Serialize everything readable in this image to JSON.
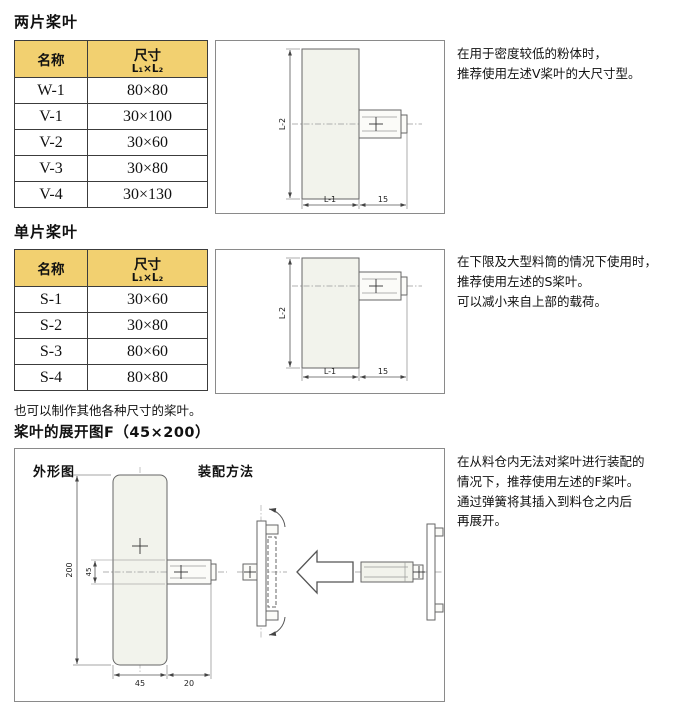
{
  "colors": {
    "table_header_bg": "#f2d070",
    "border_dark": "#3c3c3c",
    "line": "#555555"
  },
  "two_blade": {
    "heading": "两片桨叶",
    "table": {
      "header_name": "名称",
      "header_size_title": "尺寸",
      "header_size_sub": "L₁×L₂",
      "rows": [
        {
          "name": "W-1",
          "size": "80×80"
        },
        {
          "name": "V-1",
          "size": "30×100"
        },
        {
          "name": "V-2",
          "size": "30×60"
        },
        {
          "name": "V-3",
          "size": "30×80"
        },
        {
          "name": "V-4",
          "size": "30×130"
        }
      ]
    },
    "drawing": {
      "dim_length": "L-2",
      "dim_width": "L-1",
      "dim_stub": "15"
    },
    "note": "在用于密度较低的粉体时，\n推荐使用左述V桨叶的大尺寸型。"
  },
  "single_blade": {
    "heading": "单片桨叶",
    "table": {
      "header_name": "名称",
      "header_size_title": "尺寸",
      "header_size_sub": "L₁×L₂",
      "rows": [
        {
          "name": "S-1",
          "size": "30×60"
        },
        {
          "name": "S-2",
          "size": "30×80"
        },
        {
          "name": "S-3",
          "size": "80×60"
        },
        {
          "name": "S-4",
          "size": "80×80"
        }
      ]
    },
    "drawing": {
      "dim_length": "L-2",
      "dim_width": "L-1",
      "dim_stub": "15"
    },
    "note": "在下限及大型料筒的情况下使用时，\n推荐使用左述的S桨叶。\n可以减小来自上部的载荷。"
  },
  "misc_note": "也可以制作其他各种尺寸的桨叶。",
  "expanded": {
    "heading": "桨叶的展开图F（45×200）",
    "label_outline": "外形图",
    "label_assembly": "装配方法",
    "drawing": {
      "dim_length": "200",
      "dim_hub": "45",
      "dim_width": "45",
      "dim_stub": "20"
    },
    "note": "在从料仓内无法对桨叶进行装配的\n情况下，推荐使用左述的F桨叶。\n通过弹簧将其插入到料仓之内后\n再展开。"
  }
}
